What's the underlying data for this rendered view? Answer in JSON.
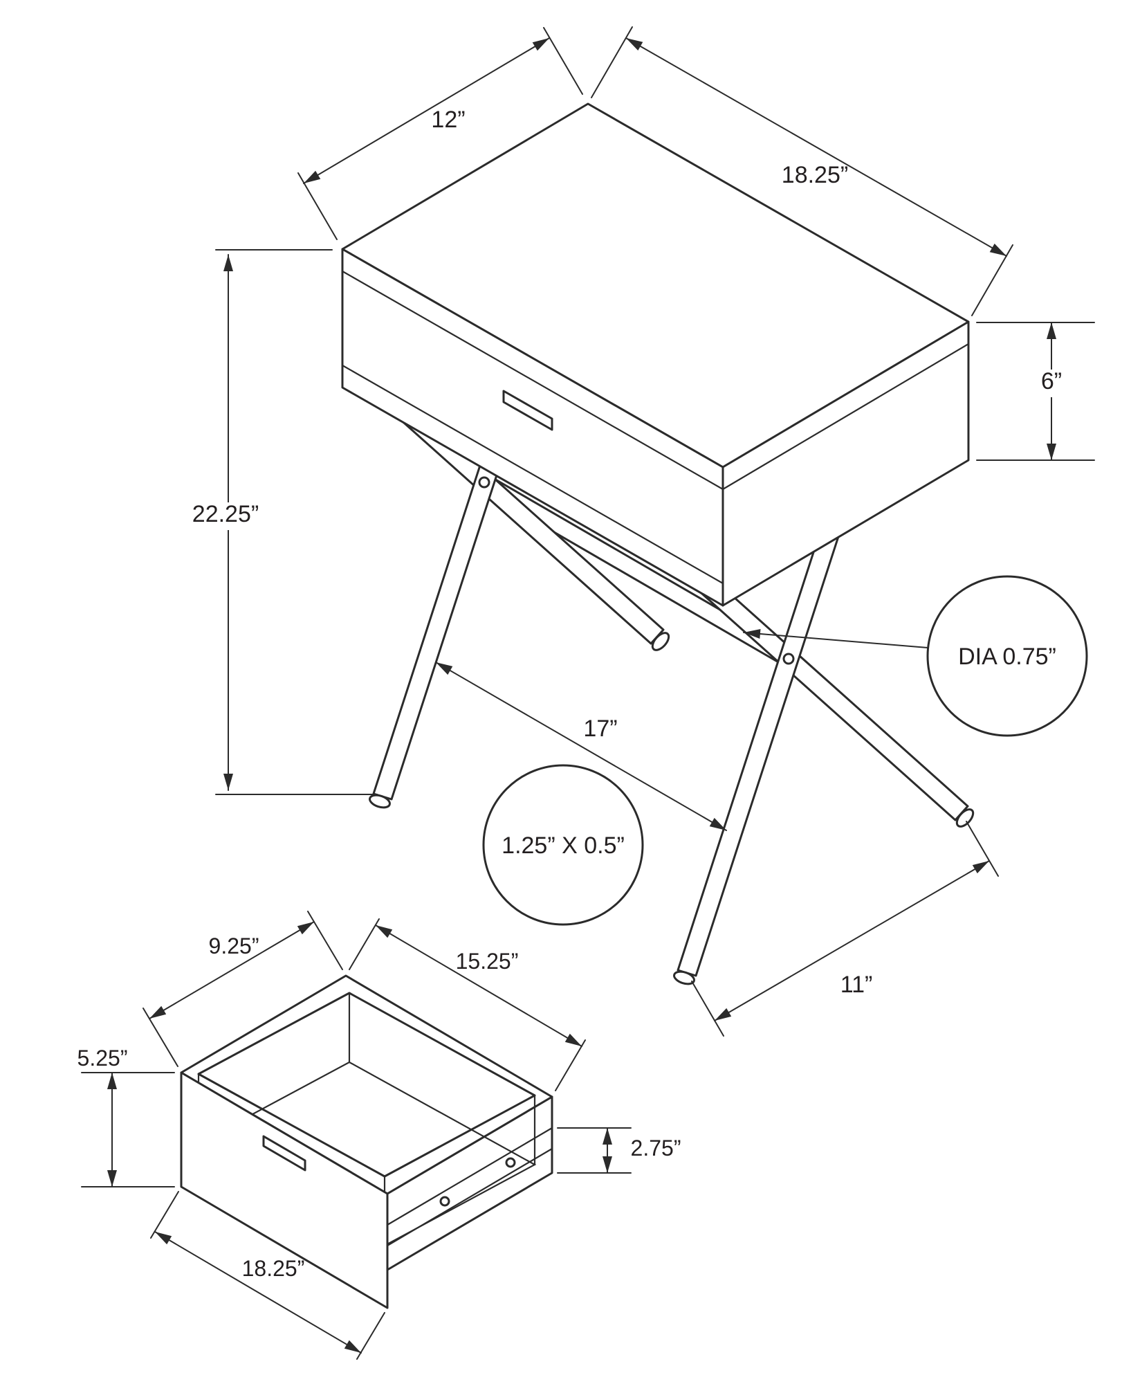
{
  "drawing": {
    "background": "#ffffff",
    "line_color": "#2b2b2b",
    "main_view": {
      "dims": {
        "depth_top": "12”",
        "width_top": "18.25”",
        "drawer_height": "6”",
        "total_height": "22.25”",
        "leg_spread_front": "17”",
        "leg_spread_side": "11”",
        "stretcher_diameter": "DIA 0.75”",
        "leg_tube": "1.25” X 0.5”"
      }
    },
    "drawer_view": {
      "dims": {
        "depth": "9.25”",
        "width_inner": "15.25”",
        "front_height": "5.25”",
        "side_height": "2.75”",
        "width_outer": "18.25”"
      }
    }
  }
}
